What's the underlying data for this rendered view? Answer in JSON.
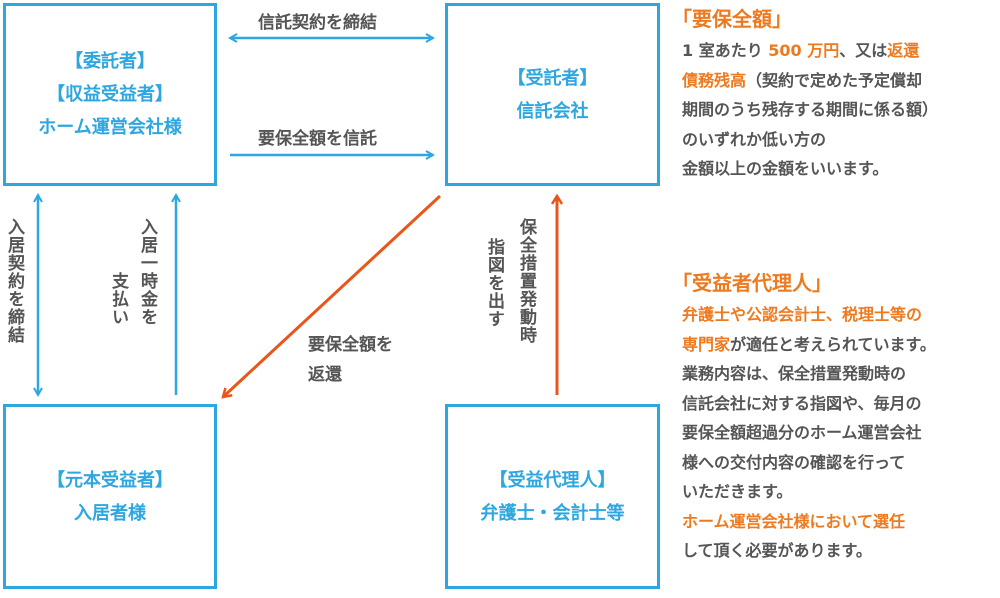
{
  "colors": {
    "blue": "#2ea7e0",
    "orange_arrow": "#e8561a",
    "orange_text": "#ee7a1f",
    "text": "#555555"
  },
  "boxes": {
    "truster": [
      "【委託者】",
      "【収益受益者】",
      "ホーム運営会社様"
    ],
    "trustee": [
      "【受託者】",
      "信託会社"
    ],
    "principal_beneficiary": [
      "【元本受益者】",
      "入居者様"
    ],
    "beneficiary_agent": [
      "【受益代理人】",
      "弁護士・会計士等"
    ]
  },
  "arrows": {
    "trust_contract": "信託契約を締結",
    "entrust_amount": "要保全額を信託",
    "move_in_contract": "入居契約を締結",
    "payment": [
      "入居一時金を",
      "支払い"
    ],
    "return_amount": [
      "要保全額を",
      "返還"
    ],
    "instruction": [
      "保全措置発動時",
      "指図を出す"
    ]
  },
  "notes": {
    "amount": {
      "title": "「要保全額」",
      "lines": [
        [
          {
            "t": "1 室あたり "
          },
          {
            "t": "500 万円",
            "o": true
          },
          {
            "t": "、又は"
          },
          {
            "t": "返還",
            "o": true
          }
        ],
        [
          {
            "t": "債務残高",
            "o": true
          },
          {
            "t": "（契約で定めた予定償却"
          }
        ],
        [
          {
            "t": "期間のうち残存する期間に係る額）"
          }
        ],
        [
          {
            "t": "のいずれか低い方の"
          }
        ],
        [
          {
            "t": "金額以上の金額をいいます。"
          }
        ]
      ]
    },
    "agent": {
      "title": "「受益者代理人」",
      "lines": [
        [
          {
            "t": "弁護士や公認会計士、税理士等の",
            "o": true
          }
        ],
        [
          {
            "t": "専門家",
            "o": true
          },
          {
            "t": "が適任と考えられています。"
          }
        ],
        [
          {
            "t": "業務内容は、保全措置発動時の"
          }
        ],
        [
          {
            "t": "信託会社に対する指図や、毎月の"
          }
        ],
        [
          {
            "t": "要保全額超過分のホーム運営会社"
          }
        ],
        [
          {
            "t": "様への交付内容の確認を行って"
          }
        ],
        [
          {
            "t": "いただきます。"
          }
        ],
        [
          {
            "t": "ホーム運営会社様において選任",
            "o": true
          }
        ],
        [
          {
            "t": "して頂く必要があります。"
          }
        ]
      ]
    }
  }
}
